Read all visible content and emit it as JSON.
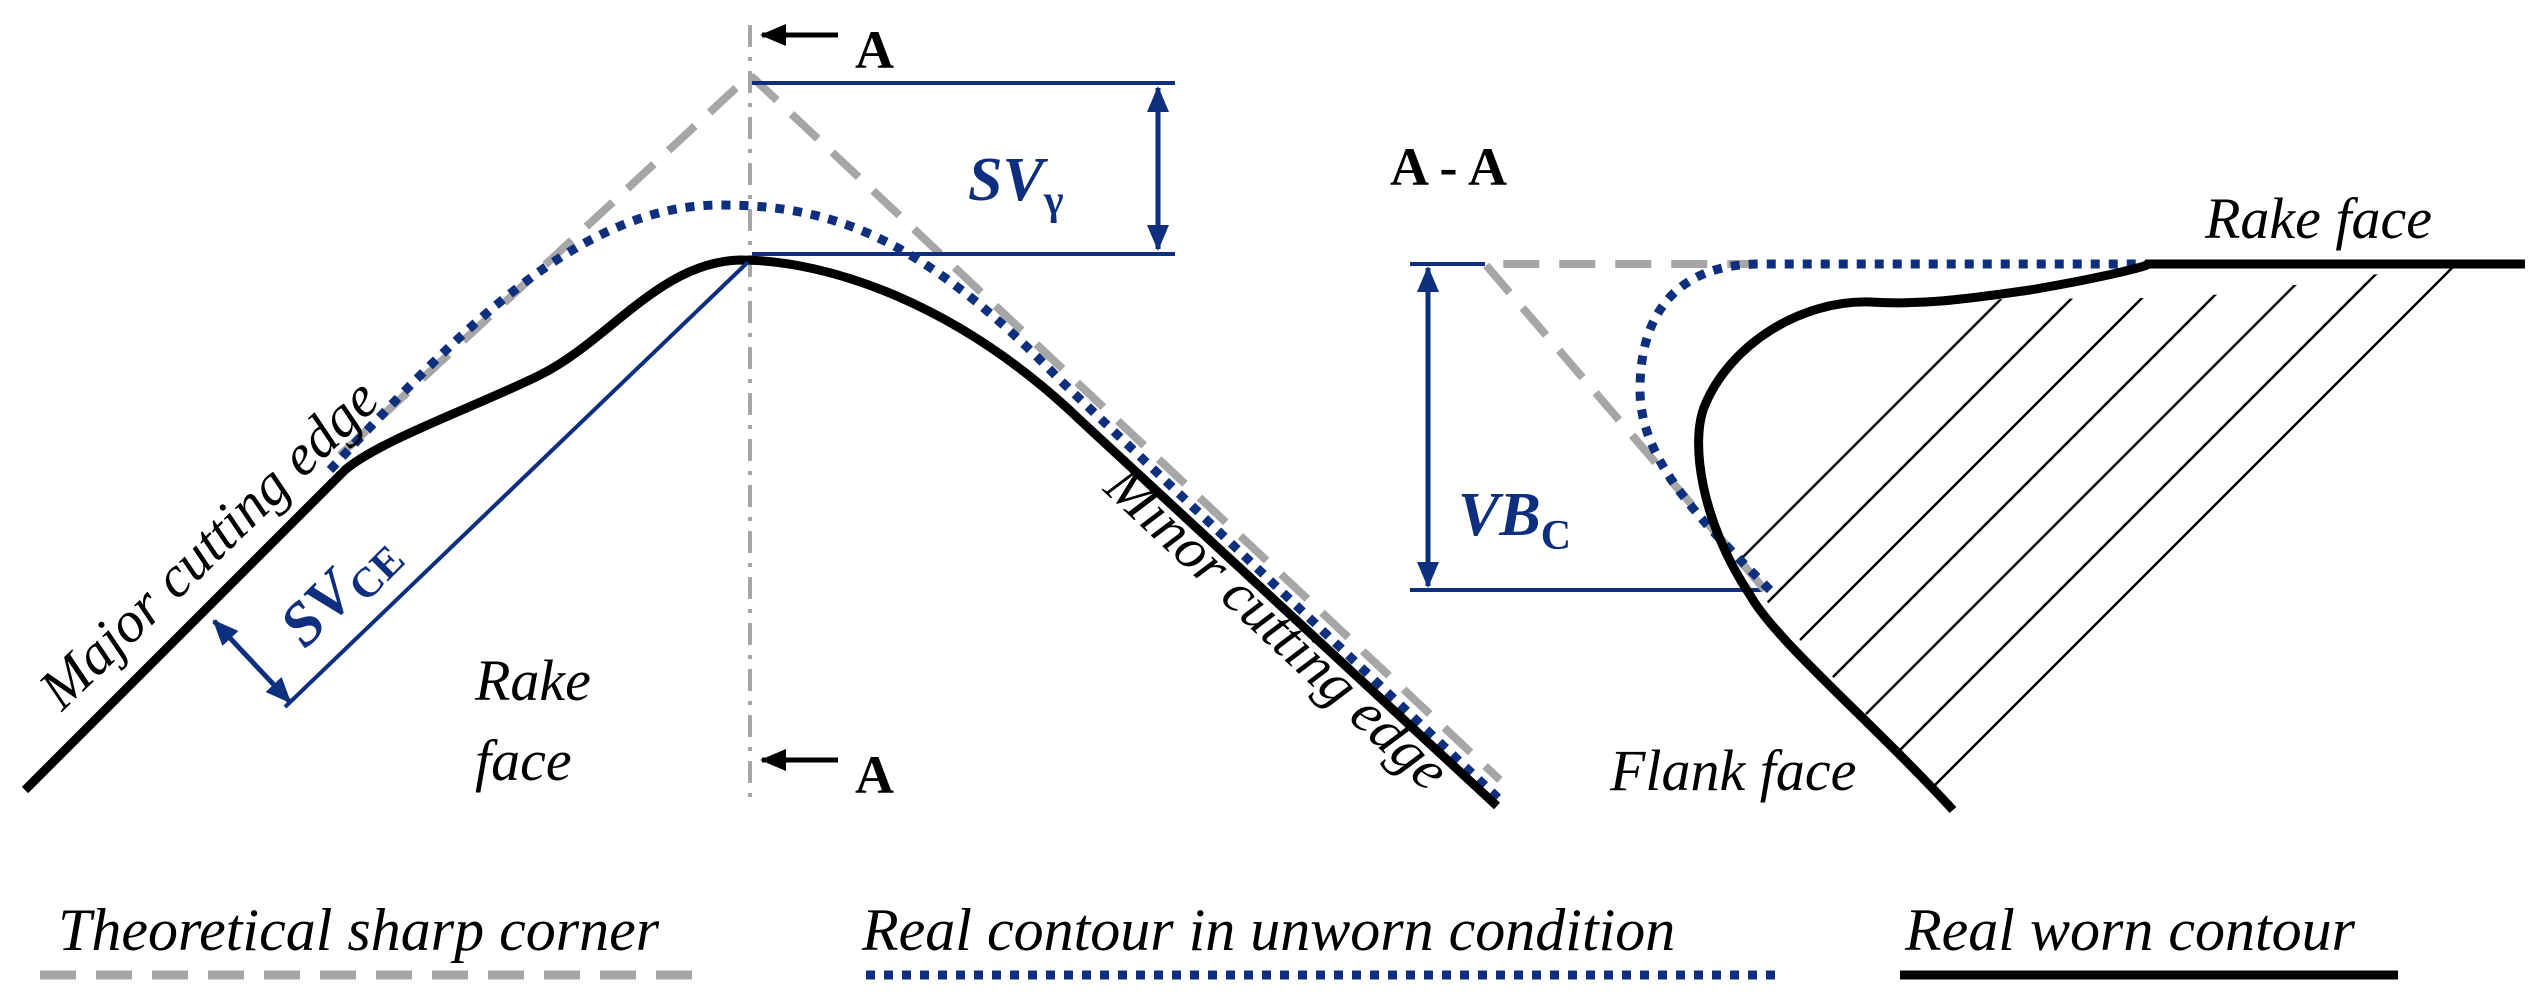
{
  "colors": {
    "theoretical": "#a6a6a6",
    "unworn": "#0d2f7d",
    "worn": "#000000",
    "dimension": "#0d2f7d",
    "axis": "#a6a6a6"
  },
  "section_marker": {
    "letter": "A",
    "section_title": "A - A"
  },
  "left_view": {
    "major_edge_label": "Major cutting edge",
    "minor_edge_label": "Minor cutting edge",
    "rake_face_line1": "Rake",
    "rake_face_line2": "face",
    "sv_gamma_main": "SV",
    "sv_gamma_sub": "γ",
    "sv_ce_main": "SV",
    "sv_ce_sub": "CE"
  },
  "right_view": {
    "rake_face_label": "Rake face",
    "flank_face_label": "Flank face",
    "vb_main": "VB",
    "vb_sub": "C"
  },
  "legend": [
    {
      "label": "Theoretical sharp corner",
      "style": "dashed"
    },
    {
      "label": "Real contour in unworn condition",
      "style": "dotted"
    },
    {
      "label": "Real worn contour",
      "style": "solid"
    }
  ]
}
